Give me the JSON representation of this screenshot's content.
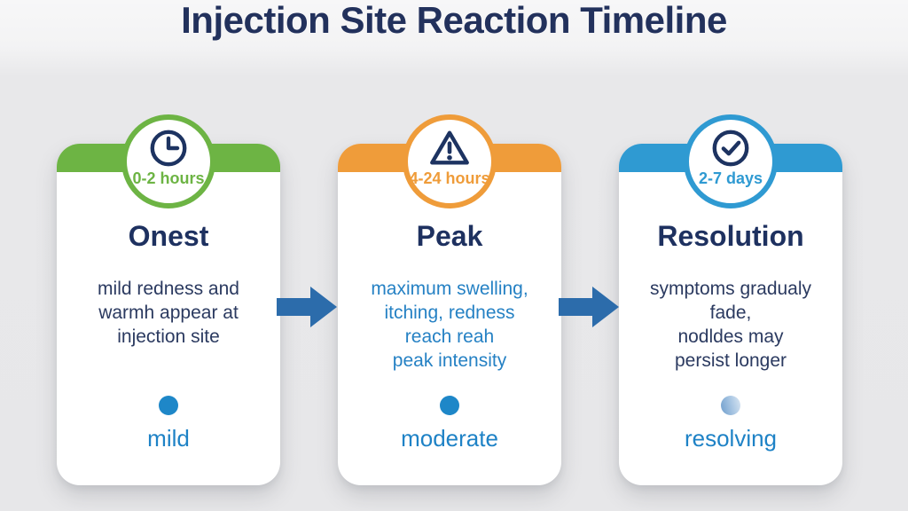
{
  "title": "Injection Site Reaction Timeline",
  "colors": {
    "title_ink": "#22315c",
    "heading_ink": "#1e3160",
    "icon_ink": "#1d3361",
    "arrow_ink": "#2c6cab",
    "severity_ink": "#1e82c6",
    "dot_blue": "#1e87c8",
    "background": "#e8e8ea",
    "card_background": "#ffffff"
  },
  "stages": [
    {
      "id": "onset",
      "icon": "clock-icon",
      "time": "0-2 hours",
      "heading": "Onest",
      "description": "mild redness and\nwarmh appear at\ninjection site",
      "severity": "mild",
      "accent_color": "#6db444",
      "desc_color": "#2b3a60",
      "dot_style": "solid"
    },
    {
      "id": "peak",
      "icon": "warning-triangle-icon",
      "time": "4-24 hours",
      "heading": "Peak",
      "description": "maximum swelling,\nitching, redness\nreach reah\npeak intensity",
      "severity": "moderate",
      "accent_color": "#ef9c3a",
      "desc_color": "#2581c4",
      "dot_style": "solid"
    },
    {
      "id": "resolution",
      "icon": "check-circle-icon",
      "time": "2-7 days",
      "heading": "Resolution",
      "description": "symptoms gradualy\nfade,\nnodldes may\npersist longer",
      "severity": "resolving",
      "accent_color": "#2f9ad2",
      "desc_color": "#2b3a60",
      "dot_style": "fading"
    }
  ]
}
